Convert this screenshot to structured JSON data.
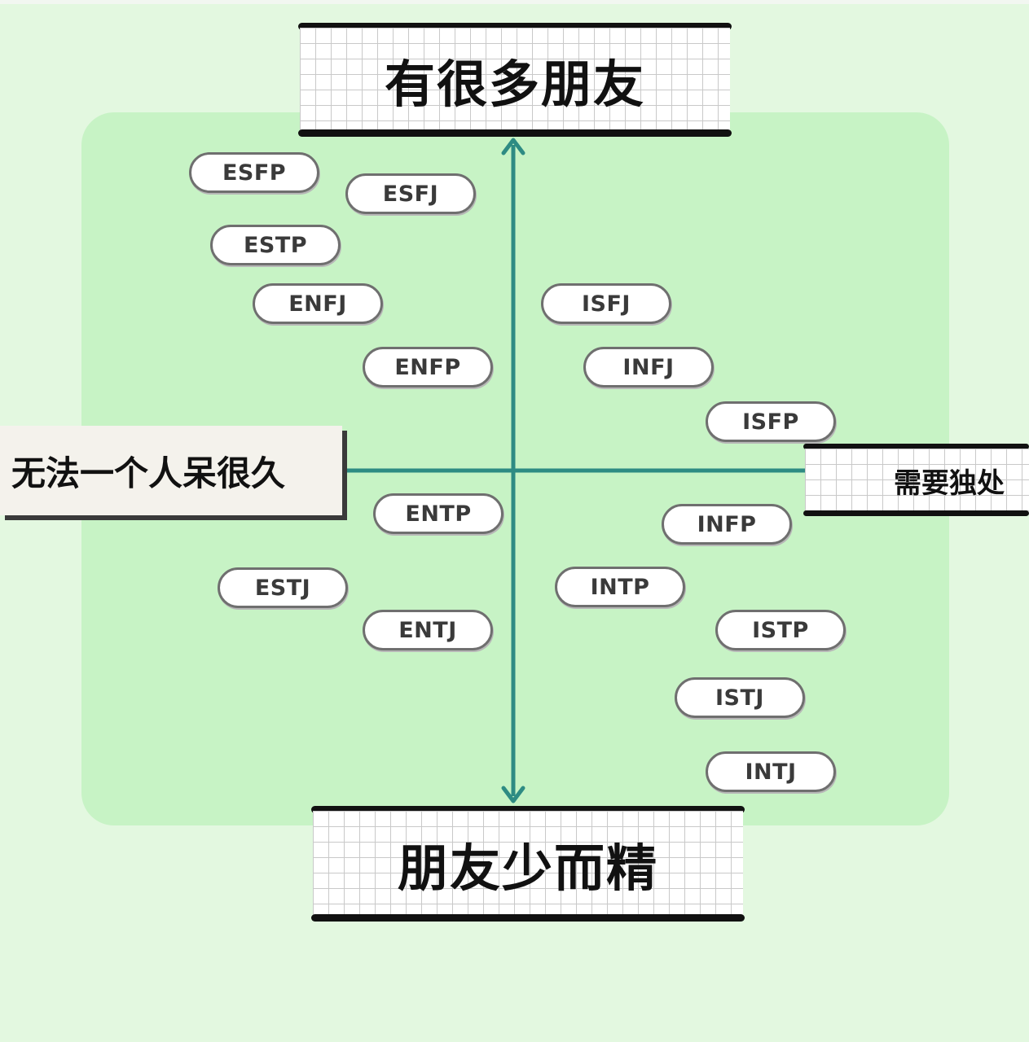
{
  "labels": {
    "top": "有很多朋友",
    "bottom": "朋友少而精",
    "left": "无法一个人呆很久",
    "right": "需要独处"
  },
  "types": [
    "ESFP",
    "ESFJ",
    "ESTP",
    "ENFJ",
    "ISFJ",
    "ENFP",
    "INFJ",
    "ISFP",
    "ENTP",
    "INFP",
    "ESTJ",
    "INTP",
    "ENTJ",
    "ISTP",
    "ISTJ",
    "INTJ"
  ],
  "colors": {
    "axis": "#2e8b83",
    "background": "#e3f8e0",
    "panel": "#c7f3c5"
  }
}
